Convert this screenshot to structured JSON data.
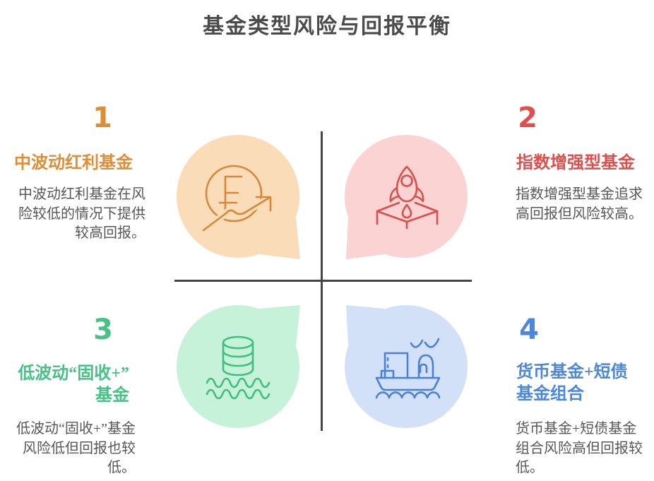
{
  "title": "基金类型风险与回报平衡",
  "colors": {
    "background": "#ffffff",
    "title_text": "#4a4a4a",
    "description_text": "#575757",
    "divider": "#454545"
  },
  "quadrants": [
    {
      "number": "1",
      "title": "中波动红利基金",
      "title_lines": [
        "中波动红利基金"
      ],
      "description": "中波动红利基金在风险较低的情况下提供较高回报。",
      "desc_lines": [
        "中波动红利基金在风",
        "险较低的情况下提供",
        "较高回报。"
      ],
      "accent": "#e08d36",
      "bubble_fill": "#fbdcb9",
      "icon_stroke": "#d6883a",
      "icon": "franc-coin-trend-arrow"
    },
    {
      "number": "2",
      "title": "指数增强型基金",
      "title_lines": [
        "指数增强型基金"
      ],
      "description": "指数增强型基金追求高回报但风险较高。",
      "desc_lines": [
        "指数增强型基金追求",
        "高回报但风险较高。"
      ],
      "accent": "#e14f4d",
      "bubble_fill": "#fad3d2",
      "icon_stroke": "#db4e4b",
      "icon": "rocket-launchpad"
    },
    {
      "number": "3",
      "title": "低波动“固收+”基金",
      "title_lines": [
        "低波动“固收+”",
        "基金"
      ],
      "description": "低波动“固收+”基金风险低但回报也较低。",
      "desc_lines": [
        "低波动“固收+”基金",
        "风险低但回报也较",
        "低。"
      ],
      "accent": "#47c286",
      "bubble_fill": "#c7f2da",
      "icon_stroke": "#3fbf7e",
      "icon": "coin-stack-waves"
    },
    {
      "number": "4",
      "title": "货币基金+短债基金组合",
      "title_lines": [
        "货币基金+短债",
        "基金组合"
      ],
      "description": "货币基金+短债基金组合风险高但回报较低。",
      "desc_lines": [
        "货币基金+短债基金",
        "组合风险高但回报较",
        "低。"
      ],
      "accent": "#4d87dc",
      "bubble_fill": "#d3e1f8",
      "icon_stroke": "#4b80d8",
      "icon": "cargo-ship-birds"
    }
  ]
}
